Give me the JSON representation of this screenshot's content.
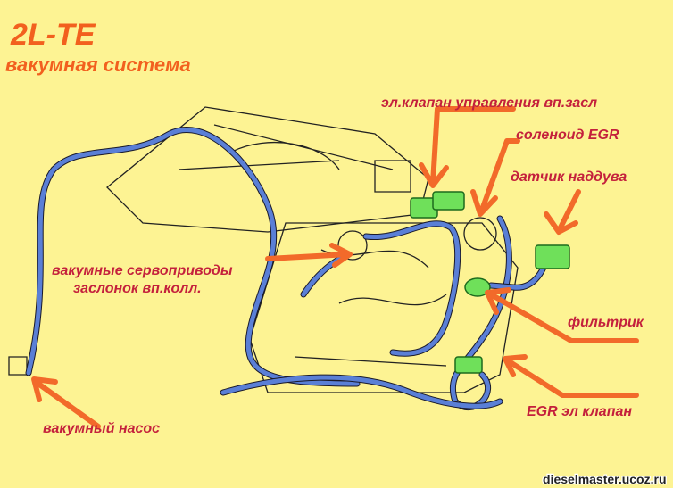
{
  "title": "2L-TE",
  "subtitle": "вакумная система",
  "labels": {
    "throttle_valve": "эл.клапан  управления вп.засл",
    "egr_solenoid": "соленоид EGR",
    "boost_sensor": "датчик наддува",
    "servo_line1": "вакумные сервоприводы",
    "servo_line2": "заслонок вп.колл.",
    "filter": "фильтрик",
    "egr_valve": "EGR эл клапан",
    "vacuum_pump": "вакумный насос"
  },
  "watermark": "dieselmaster.ucoz.ru",
  "colors": {
    "background": "#fdf393",
    "title": "#f2601e",
    "label": "#c4203c",
    "hose": "#5a7fd6",
    "arrow": "#f26a2a",
    "component": "#6fe05a"
  }
}
